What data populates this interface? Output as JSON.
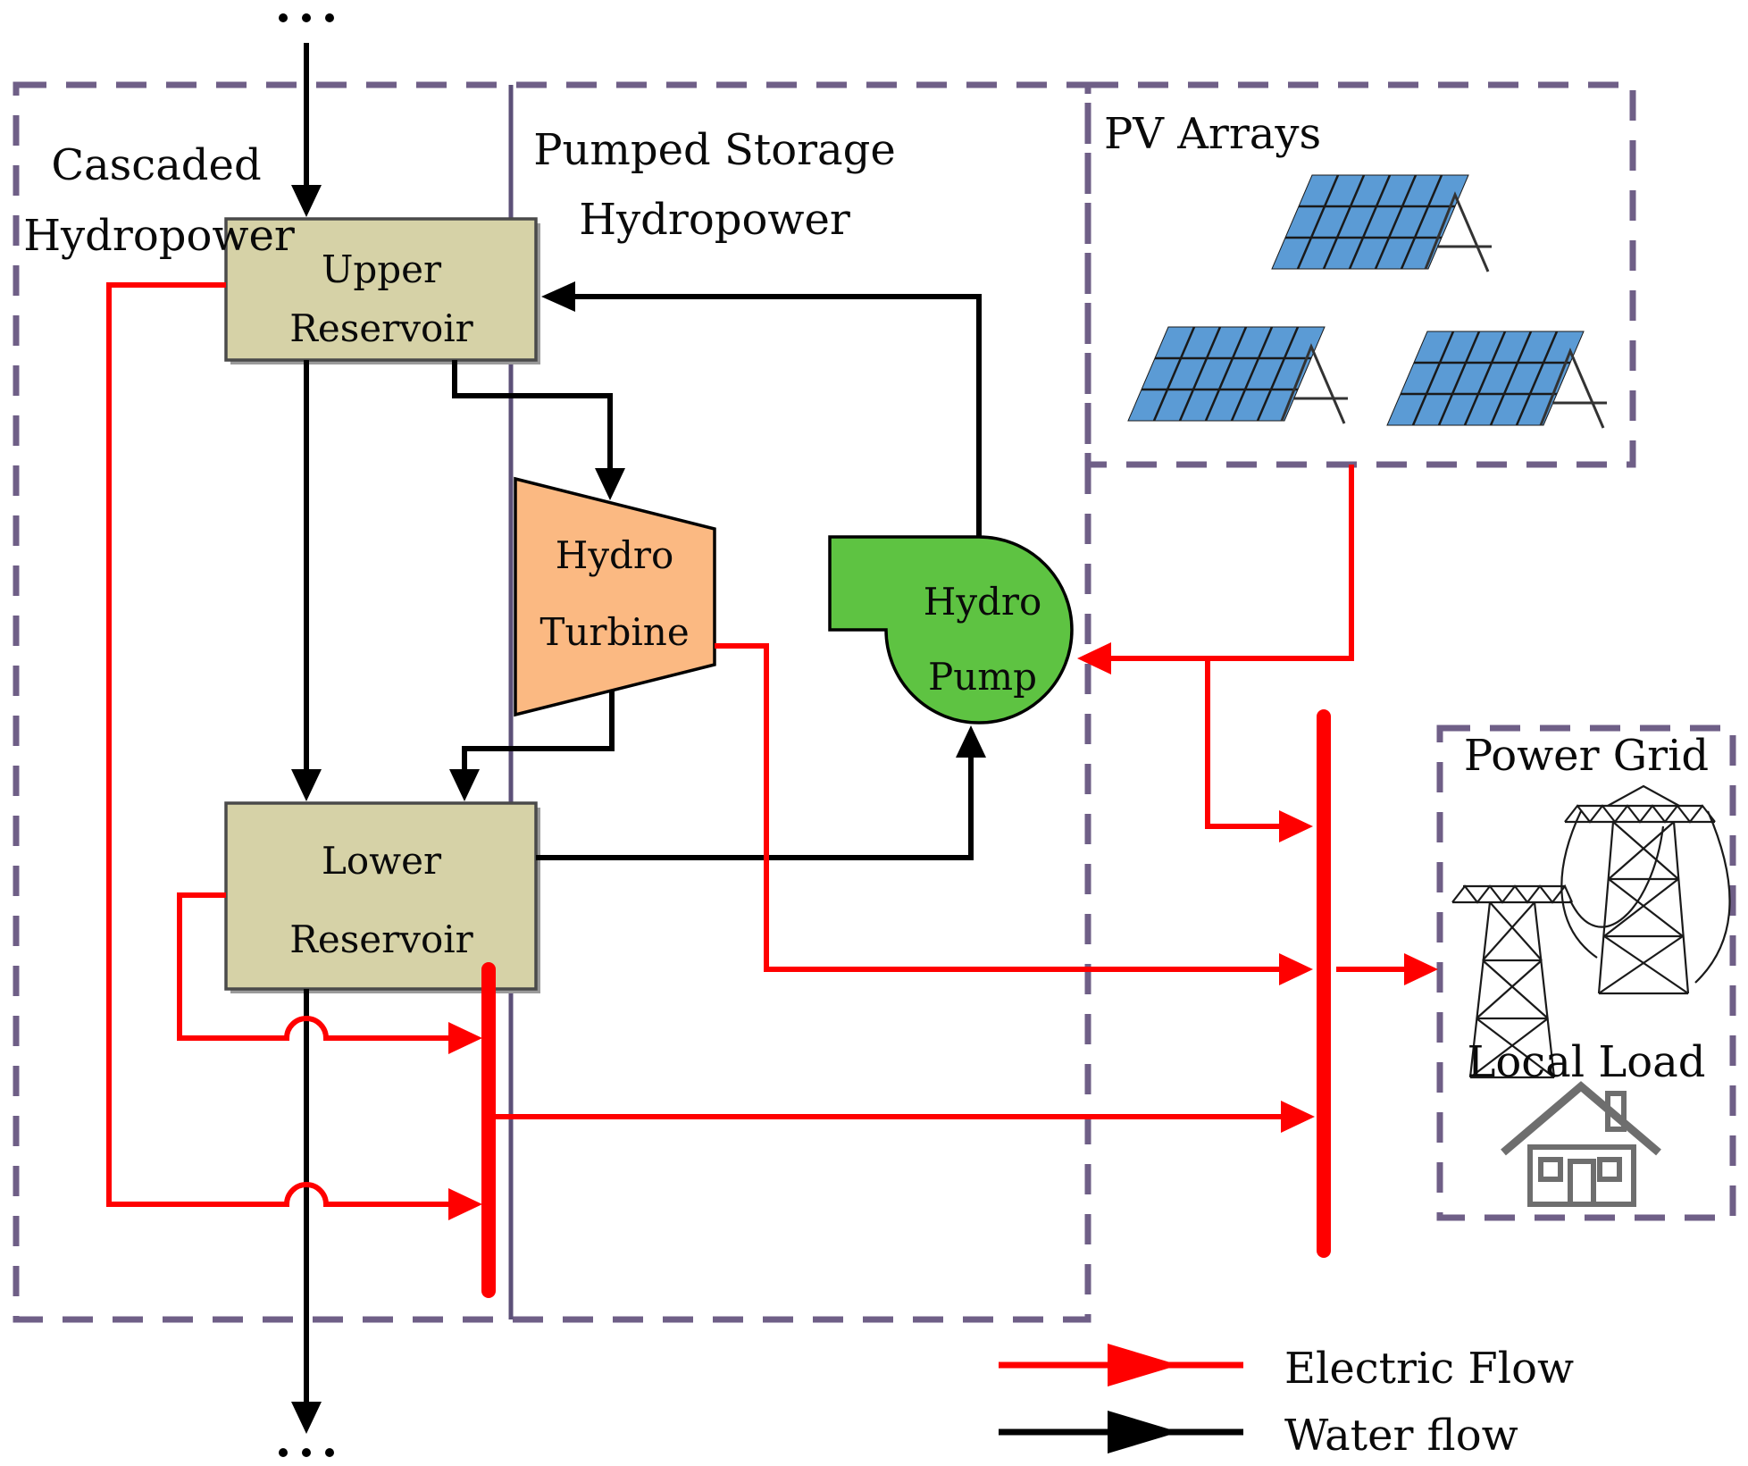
{
  "regions": {
    "cascaded_hydropower": {
      "line1": "Cascaded",
      "line2": "Hydropower"
    },
    "pumped_storage": {
      "line1": "Pumped Storage",
      "line2": "Hydropower"
    },
    "pv_arrays": {
      "label": "PV Arrays"
    },
    "power_grid": {
      "label": "Power Grid"
    },
    "local_load": {
      "label": "Local Load"
    }
  },
  "nodes": {
    "upper_reservoir": {
      "line1": "Upper",
      "line2": "Reservoir"
    },
    "lower_reservoir": {
      "line1": "Lower",
      "line2": "Reservoir"
    },
    "hydro_turbine": {
      "line1": "Hydro",
      "line2": "Turbine"
    },
    "hydro_pump": {
      "line1": "Hydro",
      "line2": "Pump"
    }
  },
  "legend": {
    "electric_label": "Electric Flow",
    "water_label": "Water flow"
  },
  "colors": {
    "electric_flow": "#ff0000",
    "water_flow": "#000000",
    "region_border": "#6f5f87",
    "divider": "#5c5078",
    "reservoir_fill": "#d6d2a7",
    "reservoir_border": "#4a4a4a",
    "turbine_fill": "#fbb982",
    "turbine_border": "#000000",
    "pump_fill": "#5ec342",
    "pump_border": "#000000",
    "pv_panel_fill": "#5b9bd5",
    "pv_panel_border": "#1a1a1a",
    "tower_outline": "#1a1a1a",
    "house_outline": "#6e6e6e"
  }
}
